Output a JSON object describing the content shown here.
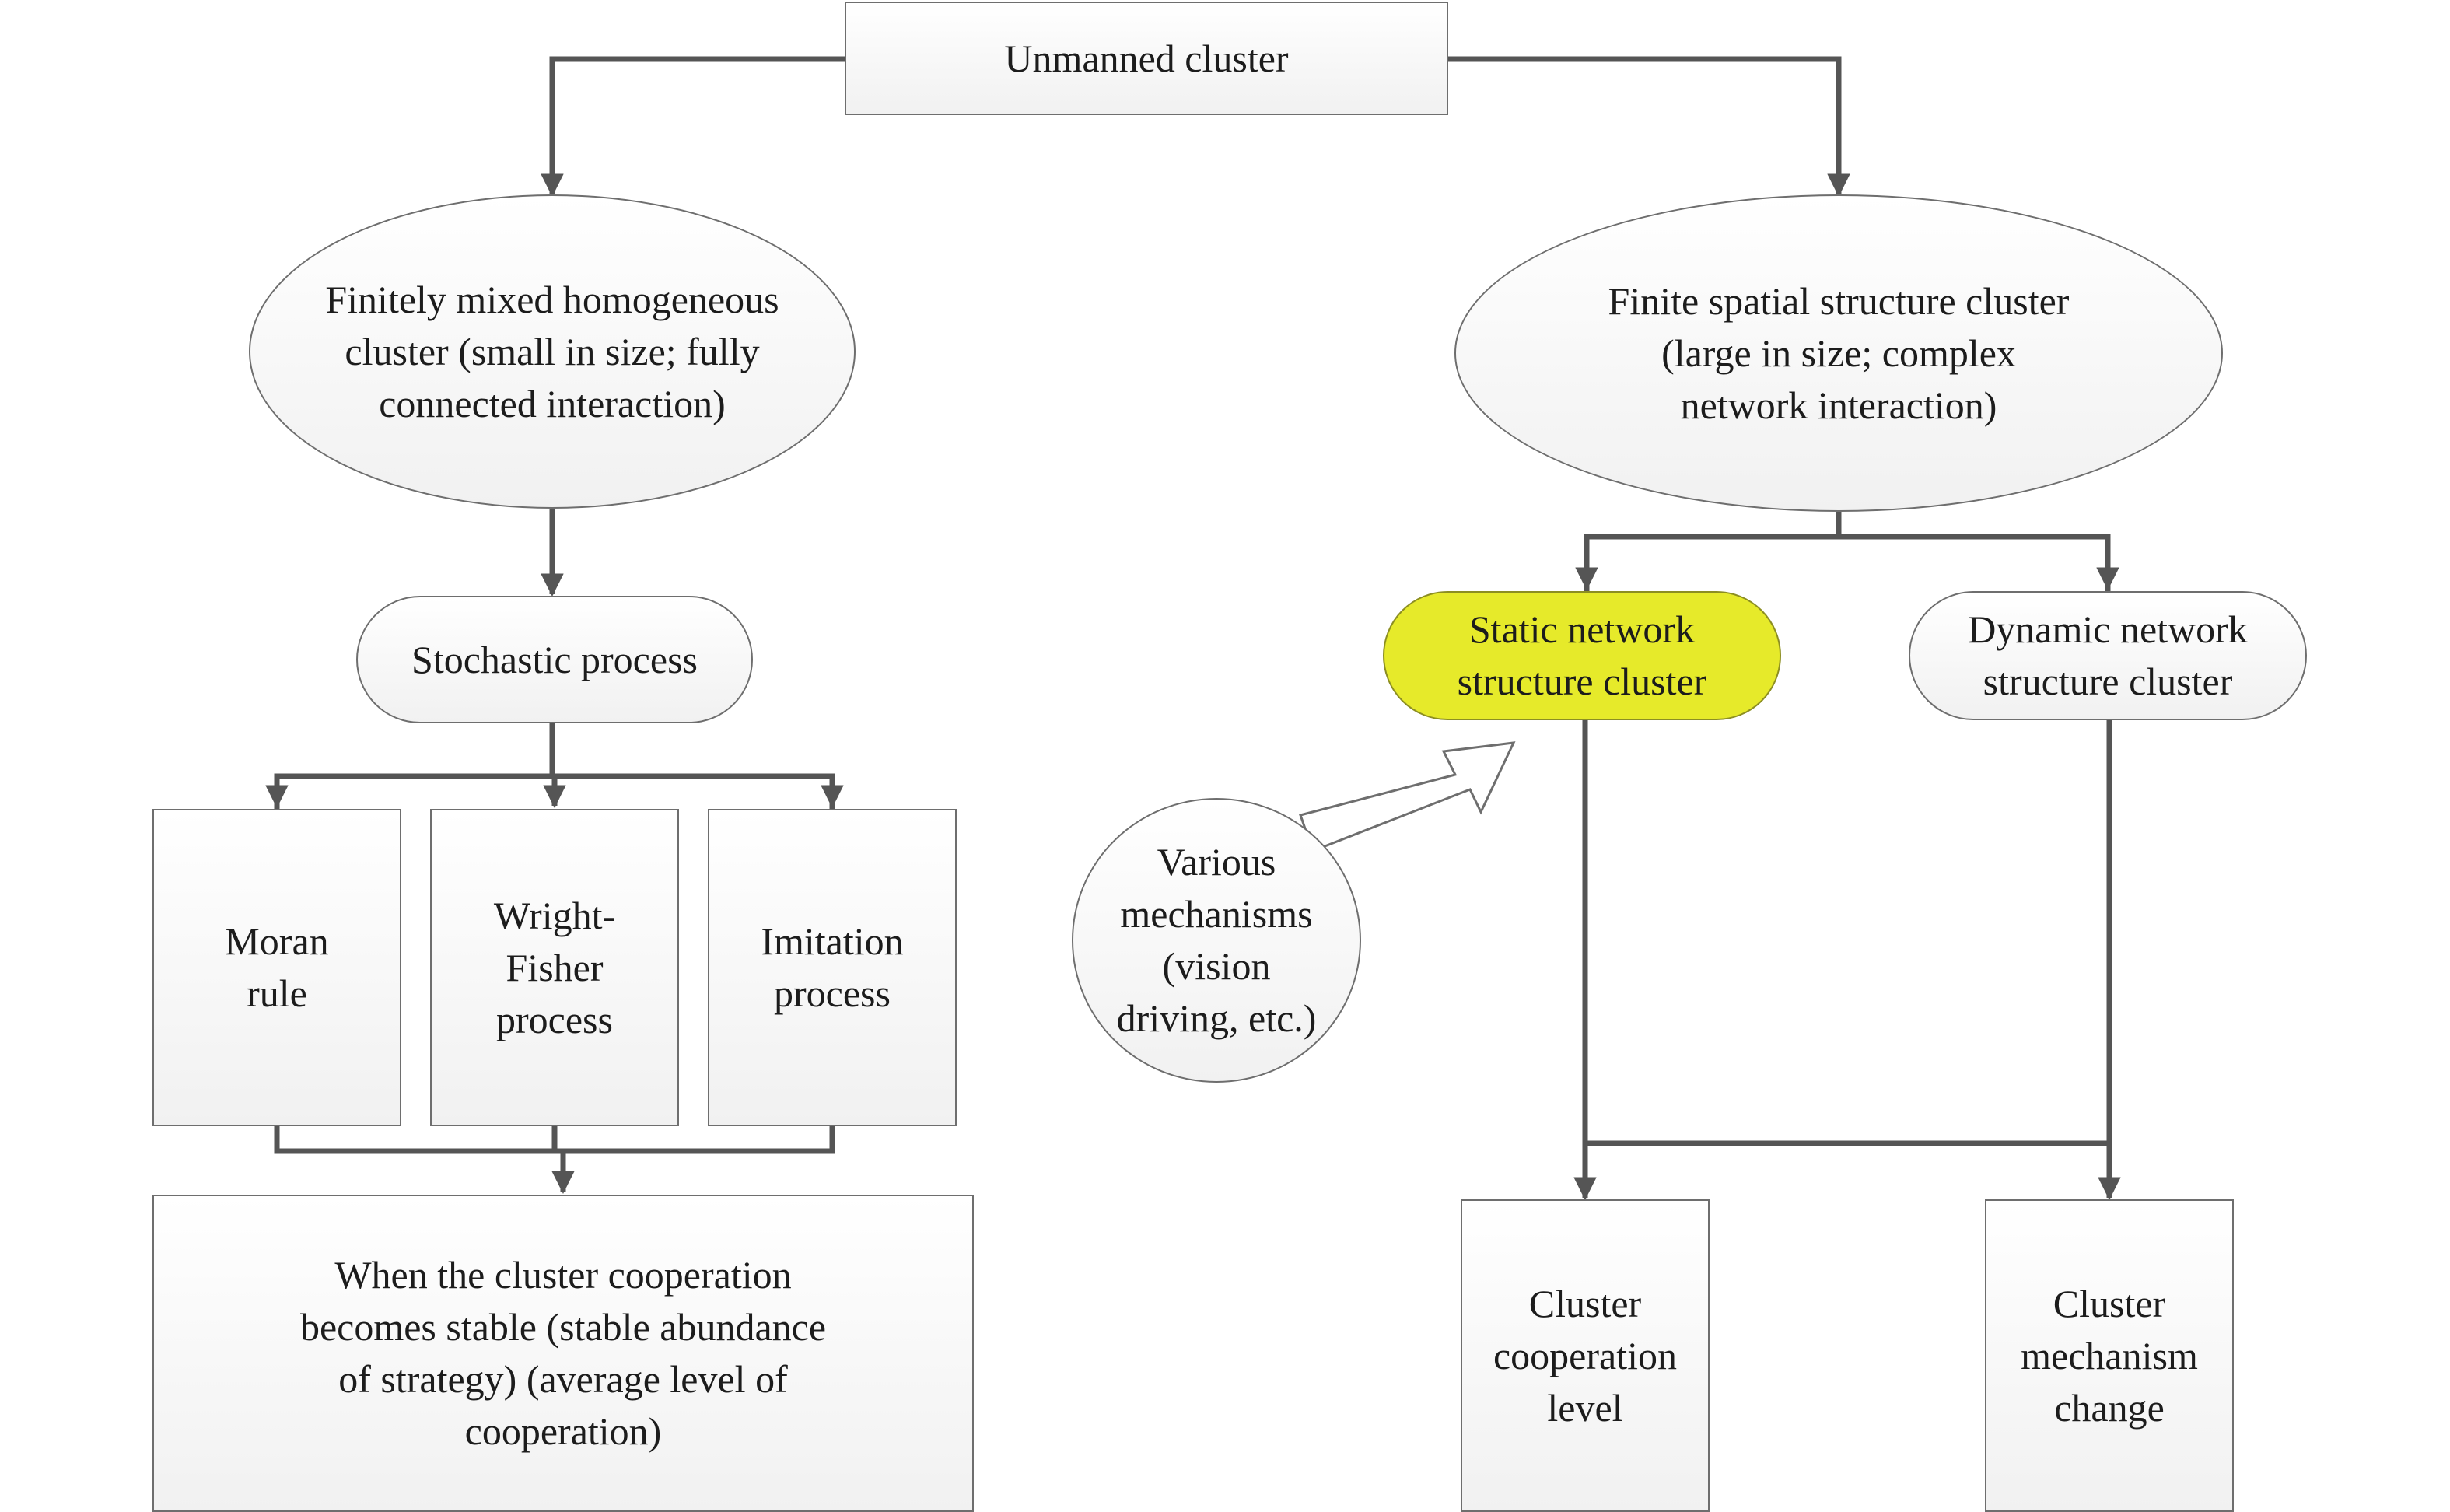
{
  "colors": {
    "connector": "#555555",
    "node_border": "#6e6e6e",
    "highlight_fill": "#e6ea2a"
  },
  "nodes": {
    "root": "Unmanned cluster",
    "mixed": "Finitely mixed homogeneous\ncluster (small in size; fully\nconnected interaction)",
    "spatial": "Finite spatial structure cluster\n(large in size; complex\nnetwork interaction)",
    "stochastic": "Stochastic process",
    "static": "Static network\nstructure cluster",
    "dynamic": "Dynamic network\nstructure cluster",
    "moran": "Moran\nrule",
    "wright": "Wright-\nFisher\nprocess",
    "imitation": "Imitation\nprocess",
    "various": "Various\nmechanisms\n(vision\ndriving, etc.)",
    "stable": "When the cluster cooperation\nbecomes  stable (stable abundance\nof strategy) (average level of\ncooperation)",
    "coop_level": "Cluster\ncooperation\nlevel",
    "mech_change": "Cluster\nmechanism\nchange"
  }
}
